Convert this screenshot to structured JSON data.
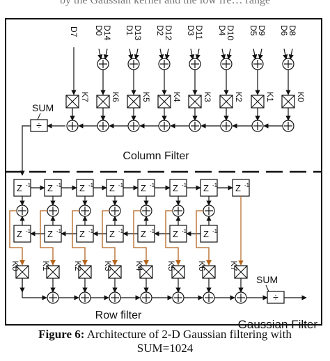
{
  "top_snippet": "by the Gaussian kernel and the low fre… range",
  "inputs": [
    "D7",
    "D0",
    "D14",
    "D1",
    "D13",
    "D2",
    "D12",
    "D3",
    "D11",
    "D4",
    "D10",
    "D5",
    "D9",
    "D6",
    "D8"
  ],
  "column_coefficients": [
    "K7",
    "K6",
    "K5",
    "K4",
    "K3",
    "K2",
    "K1",
    "K0"
  ],
  "row_coefficients": [
    "K0",
    "K1",
    "K2",
    "K3",
    "K4",
    "K5",
    "K6",
    "K7"
  ],
  "delay_label": "Z",
  "delay_exponent": "-1",
  "sum_top_label": "SUM",
  "sum_bottom_label": "SUM",
  "column_filter_label": "Column Filter",
  "row_filter_label": "Row filter",
  "gaussian_filter_label": "Gaussian Filter",
  "caption": {
    "prefix": "Figure 6:",
    "text": " Architecture of 2-D Gaussian filtering with",
    "line2": "SUM=1024"
  },
  "colors": {
    "feedback": "#b5651d",
    "line": "#111111"
  }
}
